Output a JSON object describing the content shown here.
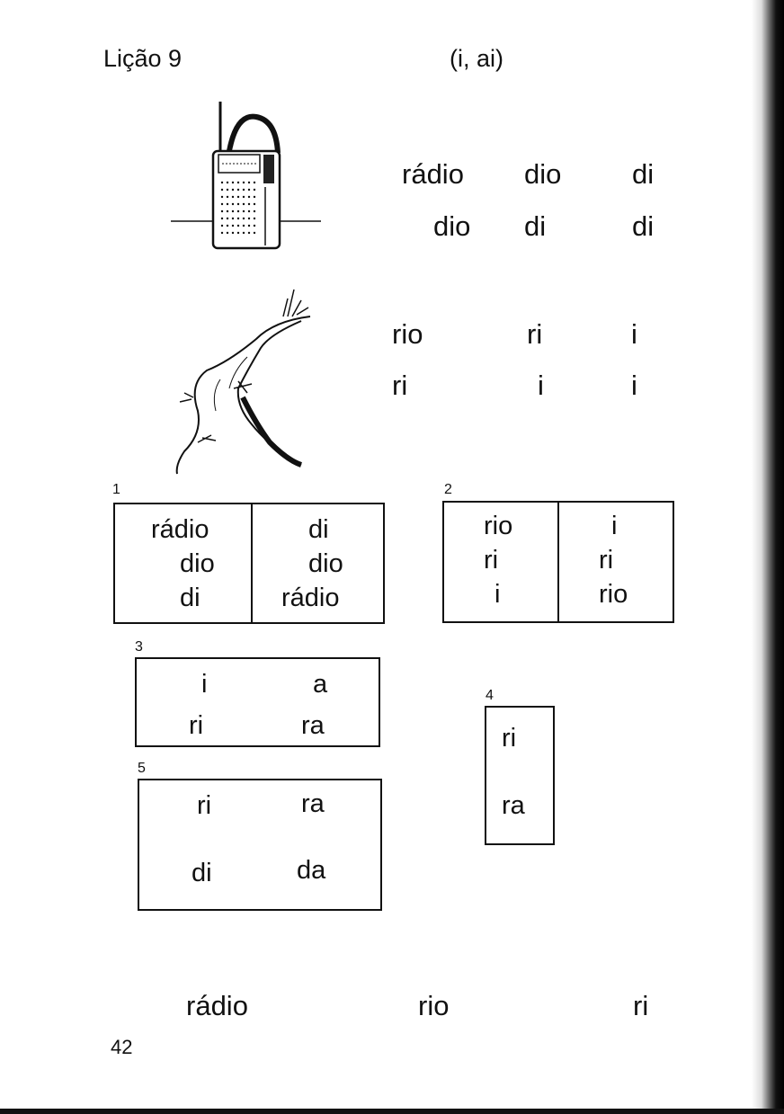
{
  "header": {
    "lesson": "Lição  9",
    "sounds": "(i, ai)"
  },
  "illustrations": [
    {
      "icon": "radio-icon"
    },
    {
      "icon": "river-icon"
    }
  ],
  "radio_words": {
    "row1": [
      "rádio",
      "dio",
      "di"
    ],
    "row2": [
      "dio",
      "di",
      "di"
    ]
  },
  "river_words": {
    "row1": [
      "rio",
      "ri",
      "i"
    ],
    "row2": [
      "ri",
      "i",
      "i"
    ]
  },
  "exercise1": {
    "number": "1",
    "left": [
      "rádio",
      "dio",
      "di"
    ],
    "right": [
      "di",
      "dio",
      "rádio"
    ]
  },
  "exercise2": {
    "number": "2",
    "left": [
      "rio",
      "ri",
      "i"
    ],
    "right": [
      "i",
      "ri",
      "rio"
    ]
  },
  "exercise3": {
    "number": "3",
    "row1": [
      "i",
      "a"
    ],
    "row2": [
      "ri",
      "ra"
    ]
  },
  "exercise4": {
    "number": "4",
    "items": [
      "ri",
      "ra"
    ]
  },
  "exercise5": {
    "number": "5",
    "row1": [
      "ri",
      "ra"
    ],
    "row2": [
      "di",
      "da"
    ]
  },
  "footer_words": [
    "rádio",
    "rio",
    "ri"
  ],
  "page_number": "42"
}
